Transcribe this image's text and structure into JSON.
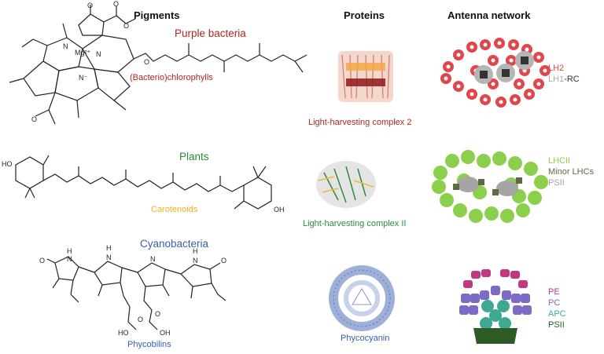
{
  "headers": {
    "pigments": "Pigments",
    "proteins": "Proteins",
    "antenna": "Antenna network"
  },
  "rows": [
    {
      "organism": "Purple bacteria",
      "organism_color": "#b3261e",
      "pigment": "(Bacterio)chlorophylls",
      "pigment_color": "#b3261e",
      "protein": "Light-harvesting complex 2",
      "protein_color": "#b3261e",
      "structure_labels": [
        "Mg²⁺",
        "N",
        "N",
        "N⁻",
        "O",
        "O",
        "O",
        "O",
        "O"
      ],
      "legend": [
        {
          "prefix": "",
          "text": "LH2",
          "suffix": "",
          "color": "#e0474c"
        },
        {
          "prefix": "LH1",
          "text": "",
          "suffix": "-RC",
          "color": "#aaaaaa",
          "suffix_color": "#333333"
        }
      ]
    },
    {
      "organism": "Plants",
      "organism_color": "#2e8b3a",
      "pigment": "Carotenoids",
      "pigment_color": "#e8b21c",
      "protein": "Light-harvesting complex II",
      "protein_color": "#2e8b3a",
      "structure_labels": [
        "HO",
        "OH"
      ],
      "legend": [
        {
          "text": "LHCII",
          "color": "#8ccf4d"
        },
        {
          "text": "Minor LHCs",
          "color": "#5d6b45"
        },
        {
          "text": "PSII",
          "color": "#a5a5a5"
        }
      ]
    },
    {
      "organism": "Cyanobacteria",
      "organism_color": "#3b5ea8",
      "pigment": "Phycobilins",
      "pigment_color": "#3b5ea8",
      "protein": "Phycocyanin",
      "protein_color": "#3b5ea8",
      "structure_labels": [
        "H",
        "N",
        "O",
        "H",
        "N",
        "N",
        "H",
        "N",
        "O",
        "HO",
        "O",
        "O",
        "OH"
      ],
      "legend": [
        {
          "text": "PE",
          "color": "#c2387f"
        },
        {
          "text": "PC",
          "color": "#7b6bc4"
        },
        {
          "text": "APC",
          "color": "#3fa893"
        },
        {
          "text": "PSII",
          "color": "#2d5a25"
        }
      ]
    }
  ]
}
